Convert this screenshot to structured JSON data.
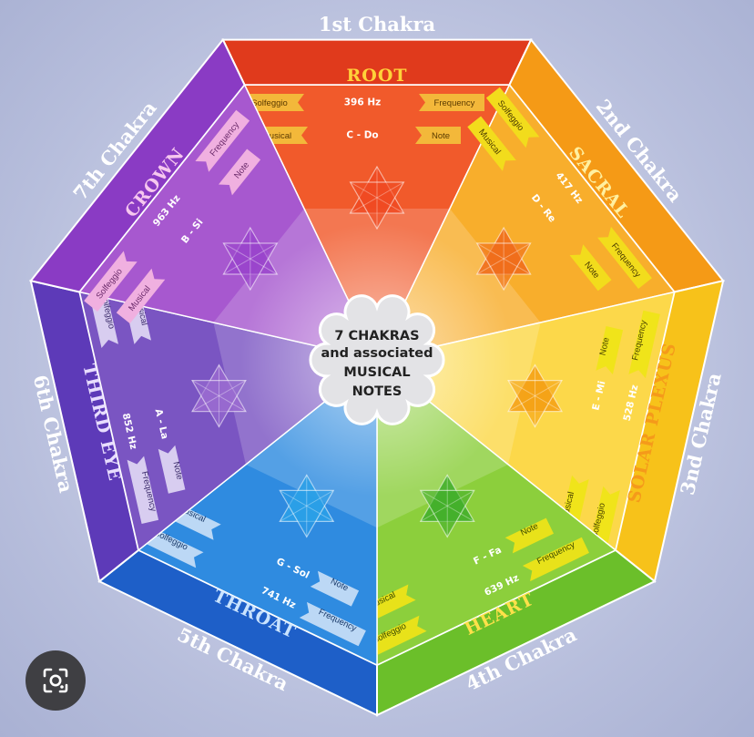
{
  "center": {
    "lines": [
      "7 CHAKRAS",
      "and associated",
      "MUSICAL",
      "NOTES"
    ]
  },
  "tags": {
    "solfeggio": "Solfeggio",
    "frequency": "Frequency",
    "musical": "Musical",
    "note": "Note"
  },
  "chakras": [
    {
      "ring": "1st Chakra",
      "name": "ROOT",
      "hz": "396 Hz",
      "note": "C - Do",
      "dark": "#e03a1c",
      "light": "#f15a2b",
      "band": "#f3b83a",
      "bandText": "#5a3a00",
      "nameColor": "#ffd23a",
      "star": "#f04a22"
    },
    {
      "ring": "2nd Chakra",
      "name": "SACRAL",
      "hz": "417 Hz",
      "note": "D - Re",
      "dark": "#f59a16",
      "light": "#f8ae2c",
      "band": "#f2dc1c",
      "bandText": "#4a3a00",
      "nameColor": "#fff0a0",
      "star": "#f06a1a"
    },
    {
      "ring": "3nd Chakra",
      "name": "SOLAR PLEXUS",
      "hz": "528 Hz",
      "note": "E - Mi",
      "dark": "#f7c21a",
      "light": "#fcd84a",
      "band": "#f0e41a",
      "bandText": "#4a4200",
      "nameColor": "#f59a1a",
      "star": "#f5a014"
    },
    {
      "ring": "4th Chakra",
      "name": "HEART",
      "hz": "639 Hz",
      "note": "F - Fa",
      "dark": "#6bbf2a",
      "light": "#8ccf3c",
      "band": "#e8e21a",
      "bandText": "#3a4a00",
      "nameColor": "#ffe14a",
      "star": "#3fae2a"
    },
    {
      "ring": "5th Chakra",
      "name": "THROAT",
      "hz": "741 Hz",
      "note": "G - Sol",
      "dark": "#1e5fc8",
      "light": "#2f8be0",
      "band": "#bcd8f5",
      "bandText": "#1a3a6a",
      "nameColor": "#c9e3ff",
      "star": "#2aa0e8"
    },
    {
      "ring": "6th Chakra",
      "name": "THIRD EYE",
      "hz": "852 Hz",
      "note": "A - La",
      "dark": "#5d3ab8",
      "light": "#7a55c2",
      "band": "#d8cdf0",
      "bandText": "#3a2a6a",
      "nameColor": "#e8ddff",
      "star": "#9a6ad0"
    },
    {
      "ring": "7th Chakra",
      "name": "CROWN",
      "hz": "963 Hz",
      "note": "B - Si",
      "dark": "#8a3bc4",
      "light": "#a758cf",
      "band": "#f0b0e0",
      "bandText": "#6a2a6a",
      "nameColor": "#f6c7ef",
      "star": "#9a45cc"
    }
  ],
  "lens": {
    "icon": "lens-search-icon"
  }
}
